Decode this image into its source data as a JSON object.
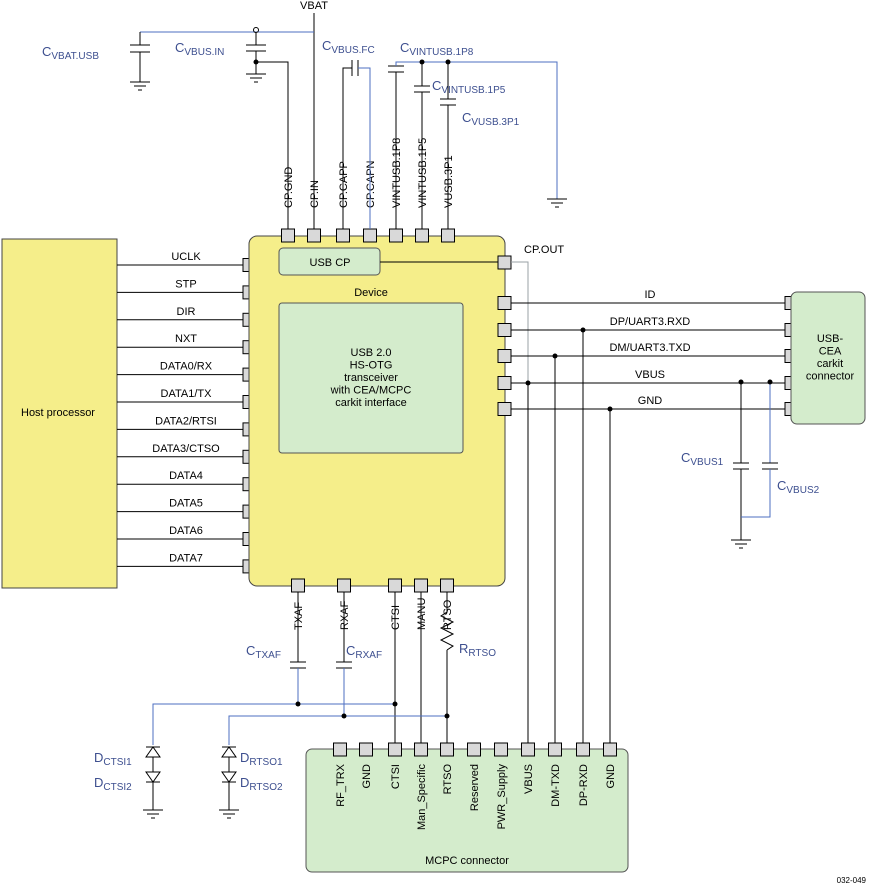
{
  "diagram": {
    "vbat_label": "VBAT",
    "figure_id": "032-049",
    "host": {
      "label": "Host processor",
      "pins": [
        "UCLK",
        "STP",
        "DIR",
        "NXT",
        "DATA0/RX",
        "DATA1/TX",
        "DATA2/RTSI",
        "DATA3/CTSO",
        "DATA4",
        "DATA5",
        "DATA6",
        "DATA7"
      ]
    },
    "device": {
      "label": "Device",
      "usb_cp": "USB CP",
      "core_lines": [
        "USB 2.0",
        "HS-OTG",
        "transceiver",
        "with CEA/MCPC",
        "carkit interface"
      ],
      "top_pins": [
        "CP.GND",
        "CP.IN",
        "CP.CAPP",
        "CP.CAPN",
        "VINTUSB.1P8",
        "VINTUSB.1P5",
        "VUSB.3P1"
      ],
      "cp_out": "CP.OUT",
      "bottom_pins": [
        "TXAF",
        "RXAF",
        "CTSI",
        "MANU",
        "RTSO"
      ]
    },
    "right_signals": [
      "ID",
      "DP/UART3.RXD",
      "DM/UART3.TXD",
      "VBUS",
      "GND"
    ],
    "cea_connector": {
      "lines": [
        "USB-",
        "CEA",
        "carkit",
        "connector"
      ]
    },
    "mcpc_connector": {
      "label": "MCPC connector",
      "pins": [
        "RF_TRX",
        "GND",
        "CTSI",
        "Man_Specific",
        "RTSO",
        "Reserved",
        "PWR_Supply",
        "VBUS",
        "DM-TXD",
        "DP-RXD",
        "GND"
      ]
    },
    "components": {
      "c_vbat_usb": {
        "main": "C",
        "sub": "VBAT.USB"
      },
      "c_vbus_in": {
        "main": "C",
        "sub": "VBUS.IN"
      },
      "c_vbus_fc": {
        "main": "C",
        "sub": "VBUS.FC"
      },
      "c_vintusb_1p8": {
        "main": "C",
        "sub": "VINTUSB.1P8"
      },
      "c_vintusb_1p5": {
        "main": "C",
        "sub": "VINTUSB.1P5"
      },
      "c_vusb_3p1": {
        "main": "C",
        "sub": "VUSB.3P1"
      },
      "c_vbus1": {
        "main": "C",
        "sub": "VBUS1"
      },
      "c_vbus2": {
        "main": "C",
        "sub": "VBUS2"
      },
      "c_txaf": {
        "main": "C",
        "sub": "TXAF"
      },
      "c_rxaf": {
        "main": "C",
        "sub": "RXAF"
      },
      "r_rtso": {
        "main": "R",
        "sub": "RTSO"
      },
      "d_ctsi1": {
        "main": "D",
        "sub": "CTSI1"
      },
      "d_ctsi2": {
        "main": "D",
        "sub": "CTSI2"
      },
      "d_rtso1": {
        "main": "D",
        "sub": "RTSO1"
      },
      "d_rtso2": {
        "main": "D",
        "sub": "RTSO2"
      }
    },
    "colors": {
      "block_fill": "#f5ee8a",
      "green_fill": "#d4eccc",
      "host_fill": "#f5ee8a",
      "wire_blue": "#4c6fc2",
      "label_blue": "#3d4f8f"
    }
  }
}
